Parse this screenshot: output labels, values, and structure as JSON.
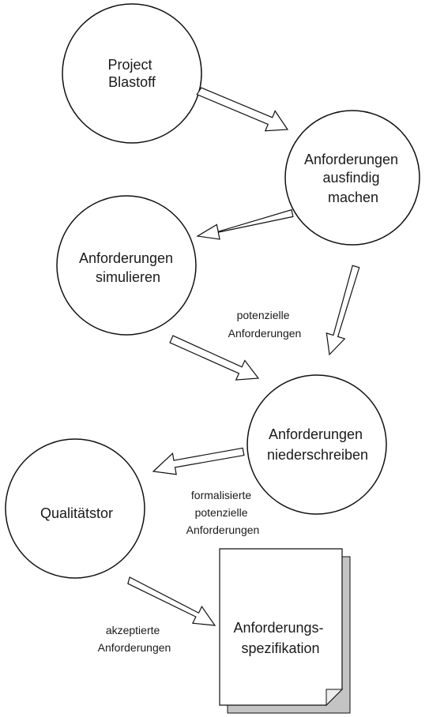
{
  "nodes": {
    "blastoff": {
      "lines": [
        "Project",
        "Blastoff"
      ]
    },
    "ausfindig": {
      "lines": [
        "Anforderungen",
        "ausfindig",
        "machen"
      ]
    },
    "simulieren": {
      "lines": [
        "Anforderungen",
        "simulieren"
      ]
    },
    "niederschreiben": {
      "lines": [
        "Anforderungen",
        "niederschreiben"
      ]
    },
    "qualitaetstor": {
      "lines": [
        "Qualitätstor"
      ]
    },
    "spezifikation": {
      "lines": [
        "Anforderungs-",
        "spezifikation"
      ]
    }
  },
  "edge_labels": {
    "potenzielle": {
      "lines": [
        "potenzielle",
        "Anforderungen"
      ]
    },
    "formalisierte": {
      "lines": [
        "formalisierte",
        "potenzielle",
        "Anforderungen"
      ]
    },
    "akzeptierte": {
      "lines": [
        "akzeptierte",
        "Anforderungen"
      ]
    }
  }
}
